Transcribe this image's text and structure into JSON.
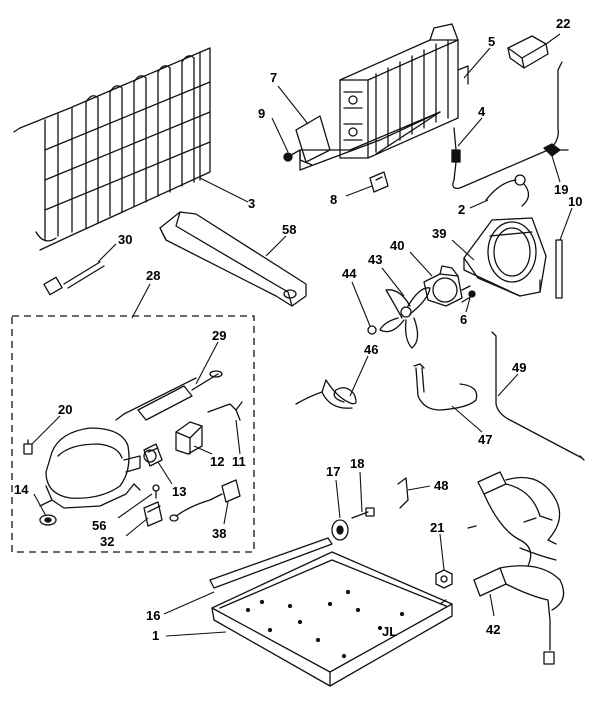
{
  "diagram": {
    "callouts": [
      {
        "id": "c22",
        "text": "22"
      },
      {
        "id": "c5",
        "text": "5"
      },
      {
        "id": "c7",
        "text": "7"
      },
      {
        "id": "c9",
        "text": "9"
      },
      {
        "id": "c4",
        "text": "4"
      },
      {
        "id": "c3",
        "text": "3"
      },
      {
        "id": "c8",
        "text": "8"
      },
      {
        "id": "c19",
        "text": "19"
      },
      {
        "id": "c2",
        "text": "2"
      },
      {
        "id": "c10",
        "text": "10"
      },
      {
        "id": "c58",
        "text": "58"
      },
      {
        "id": "c30",
        "text": "30"
      },
      {
        "id": "c39",
        "text": "39"
      },
      {
        "id": "c40",
        "text": "40"
      },
      {
        "id": "c28",
        "text": "28"
      },
      {
        "id": "c43",
        "text": "43"
      },
      {
        "id": "c44",
        "text": "44"
      },
      {
        "id": "c6",
        "text": "6"
      },
      {
        "id": "c29",
        "text": "29"
      },
      {
        "id": "c46",
        "text": "46"
      },
      {
        "id": "c49",
        "text": "49"
      },
      {
        "id": "c20",
        "text": "20"
      },
      {
        "id": "c47",
        "text": "47"
      },
      {
        "id": "c12",
        "text": "12"
      },
      {
        "id": "c11",
        "text": "11"
      },
      {
        "id": "c13",
        "text": "13"
      },
      {
        "id": "c14",
        "text": "14"
      },
      {
        "id": "c17",
        "text": "17"
      },
      {
        "id": "c18",
        "text": "18"
      },
      {
        "id": "c48",
        "text": "48"
      },
      {
        "id": "c56",
        "text": "56"
      },
      {
        "id": "c32",
        "text": "32"
      },
      {
        "id": "c38",
        "text": "38"
      },
      {
        "id": "c21",
        "text": "21"
      },
      {
        "id": "c16",
        "text": "16"
      },
      {
        "id": "c1",
        "text": "1"
      },
      {
        "id": "c42",
        "text": "42"
      }
    ],
    "base_mark": "JL"
  }
}
